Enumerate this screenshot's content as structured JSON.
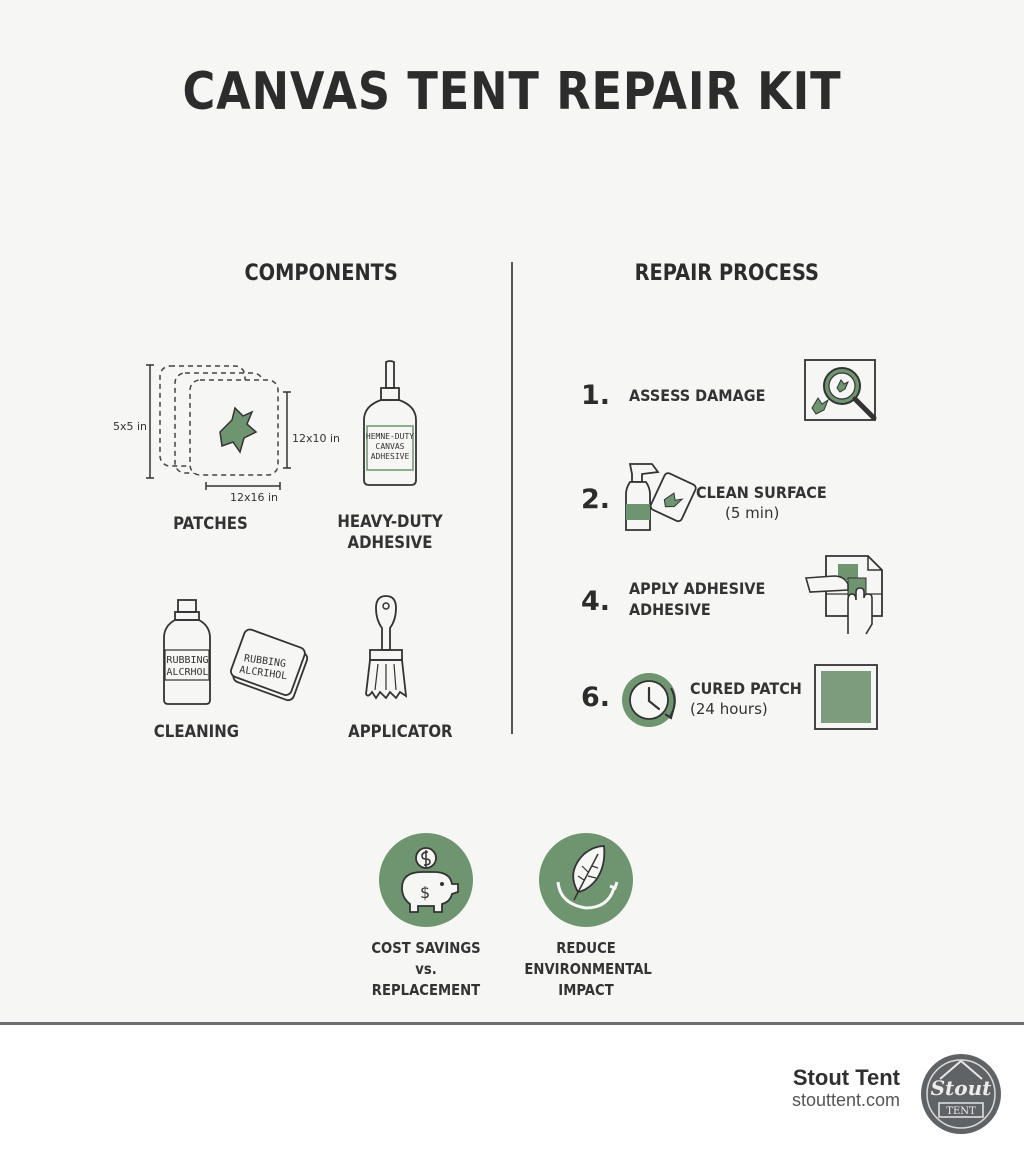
{
  "title": "CANVAS TENT REPAIR KIT",
  "components": {
    "heading": "COMPONENTS",
    "patches": {
      "label": "PATCHES",
      "dim_left": "5x5 in",
      "dim_right": "12x10 in",
      "dim_bottom": "12x16 in"
    },
    "adhesive": {
      "label_line1": "HEAVY-DUTY",
      "label_line2": "ADHESIVE",
      "bottle_text_line1": "HEMNE-DUTY",
      "bottle_text_line2": "CANVAS",
      "bottle_text_line3": "ADHESIVE"
    },
    "cleaning": {
      "label": "CLEANING",
      "bottle_text_line1": "RUBBING",
      "bottle_text_line2": "ALCRHOL",
      "wipe_text_line1": "RUBBING",
      "wipe_text_line2": "ALCRIHOL"
    },
    "applicator": {
      "label": "APPLICATOR"
    }
  },
  "process": {
    "heading": "REPAIR PROCESS",
    "steps": [
      {
        "num": "1.",
        "line1": "ASSESS DAMAGE",
        "line2": ""
      },
      {
        "num": "2.",
        "line1": "CLEAN SURFACE",
        "line2": "(5 min)"
      },
      {
        "num": "4.",
        "line1": "APPLY ADHESIVE",
        "line2": "ADHESIVE"
      },
      {
        "num": "6.",
        "line1": "CURED PATCH",
        "line2": "(24 hours)"
      }
    ]
  },
  "benefits": [
    {
      "line1": "COST SAVINGS",
      "line2": "vs. REPLACEMENT",
      "line3": "",
      "icon": "piggy-bank-icon"
    },
    {
      "line1": "REDUCE",
      "line2": "ENVIRONMENTAL",
      "line3": "IMPACT",
      "icon": "leaf-cycle-icon"
    }
  ],
  "footer": {
    "brand": "Stout Tent",
    "url": "stouttent.com",
    "logo_line1": "Stout",
    "logo_line2": "TENT"
  },
  "colors": {
    "accent_green": "#6f9470",
    "dark": "#2c2c2c",
    "background": "#f6f6f4"
  }
}
